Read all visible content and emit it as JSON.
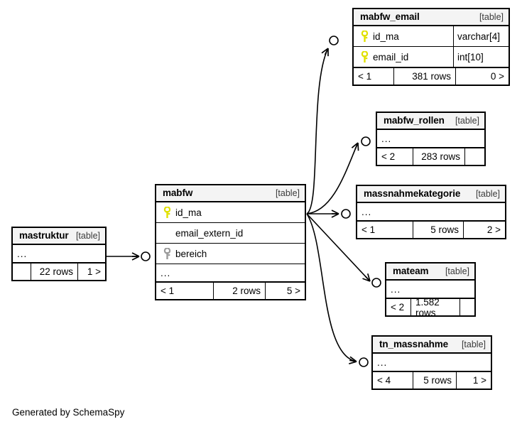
{
  "diagram": {
    "kind_label": "[table]",
    "ellipsis": "...",
    "credit": "Generated by SchemaSpy"
  },
  "tables": {
    "mabfw_email": {
      "name": "mabfw_email",
      "kind": "[table]",
      "columns": [
        {
          "label": "id_ma",
          "type": "varchar[4]",
          "key": "primary-key-icon"
        },
        {
          "label": "email_id",
          "type": "int[10]",
          "key": "primary-key-icon"
        }
      ],
      "footer": {
        "left": "< 1",
        "mid": "381 rows",
        "right": "0 >"
      }
    },
    "mabfw_rollen": {
      "name": "mabfw_rollen",
      "kind": "[table]",
      "ellipsis": "...",
      "footer": {
        "left": "< 2",
        "mid": "283 rows",
        "right": ""
      }
    },
    "massnahmekategorie": {
      "name": "massnahmekategorie",
      "kind": "[table]",
      "ellipsis": "...",
      "footer": {
        "left": "< 1",
        "mid": "5 rows",
        "right": "2 >"
      }
    },
    "mateam": {
      "name": "mateam",
      "kind": "[table]",
      "ellipsis": "...",
      "footer": {
        "left": "< 2",
        "mid": "1.582 rows",
        "right": ""
      }
    },
    "tn_massnahme": {
      "name": "tn_massnahme",
      "kind": "[table]",
      "ellipsis": "...",
      "footer": {
        "left": "< 4",
        "mid": "5 rows",
        "right": "1 >"
      }
    },
    "mabfw": {
      "name": "mabfw",
      "kind": "[table]",
      "ellipsis": "...",
      "columns": [
        {
          "label": "id_ma",
          "type": "",
          "key": "primary-key-icon"
        },
        {
          "label": "email_extern_id",
          "type": "",
          "key": "none"
        },
        {
          "label": "bereich",
          "type": "",
          "key": "foreign-key-icon"
        }
      ],
      "footer": {
        "left": "< 1",
        "mid": "2 rows",
        "right": "5 >"
      }
    },
    "mastruktur": {
      "name": "mastruktur",
      "kind": "[table]",
      "ellipsis": "...",
      "footer": {
        "left": "",
        "mid": "22 rows",
        "right": "1 >"
      }
    }
  },
  "colors": {
    "primary_key": "#e8e800",
    "foreign_key": "#9a9a9a",
    "header_background": "#f4f4f4",
    "border": "#000000",
    "text": "#000000"
  }
}
